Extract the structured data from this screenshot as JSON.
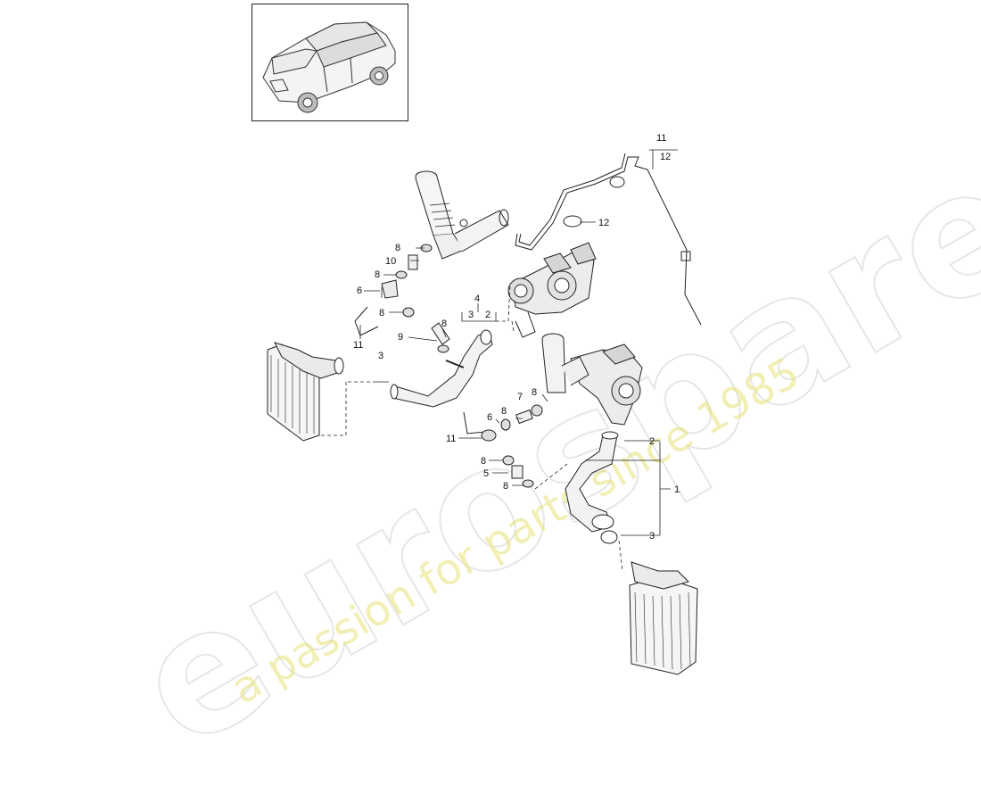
{
  "watermark": {
    "brand": "eurospares",
    "tagline": "a passion for parts since 1985",
    "brand_color": "#d2d2d2",
    "tagline_color": "#ebe37a"
  },
  "thumbnail": {
    "icon": "suv-car-icon"
  },
  "callouts": {
    "c1": "1",
    "c2_lower": "2",
    "c3_lower": "3",
    "c2_upper": "2",
    "c3_upper": "3",
    "c4": "4",
    "c3_left": "3",
    "c8_a": "8",
    "c10": "10",
    "c8_b": "8",
    "c6_upper": "6",
    "c8_c": "8",
    "c11_left": "11",
    "c9": "9",
    "c8_d": "8",
    "c11_top": "11",
    "c12_top": "12",
    "c12_mid": "12",
    "c6_lower": "6",
    "c8_e": "8",
    "c7": "7",
    "c8_f": "8",
    "c11_lower": "11",
    "c8_g": "8",
    "c5": "5",
    "c8_h": "8"
  }
}
